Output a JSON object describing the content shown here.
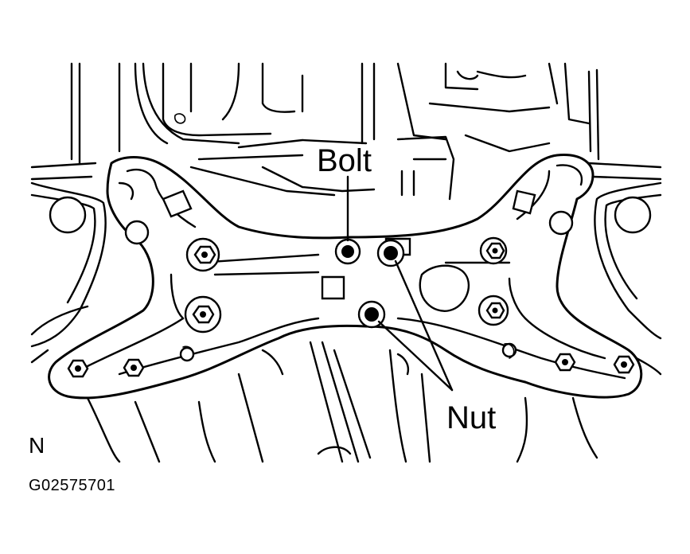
{
  "callouts": {
    "bolt": "Bolt",
    "nut": "Nut"
  },
  "orientation_mark": "N",
  "figure_code": "G02575701"
}
